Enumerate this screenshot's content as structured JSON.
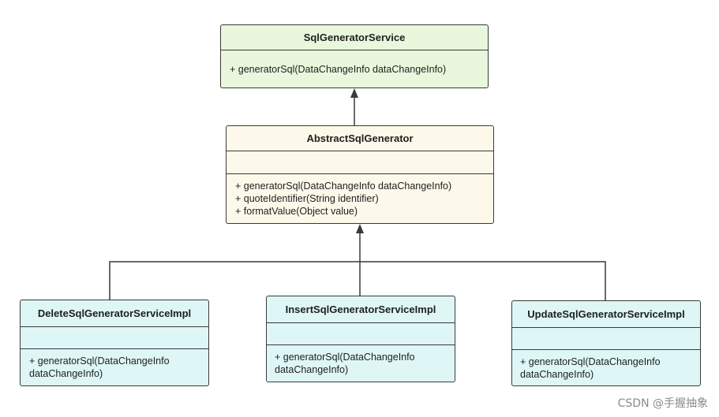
{
  "classes": {
    "service": {
      "name": "SqlGeneratorService",
      "methods": [
        "+ generatorSql(DataChangeInfo dataChangeInfo)"
      ]
    },
    "abstract": {
      "name": "AbstractSqlGenerator",
      "methods": [
        "+ generatorSql(DataChangeInfo dataChangeInfo)",
        "+ quoteIdentifier(String identifier)",
        "+ formatValue(Object value)"
      ]
    },
    "delete": {
      "name": "DeleteSqlGeneratorServiceImpl",
      "methods": [
        "+ generatorSql(DataChangeInfo dataChangeInfo)"
      ]
    },
    "insert": {
      "name": "InsertSqlGeneratorServiceImpl",
      "methods": [
        "+ generatorSql(DataChangeInfo dataChangeInfo)"
      ]
    },
    "update": {
      "name": "UpdateSqlGeneratorServiceImpl",
      "methods": [
        "+ generatorSql(DataChangeInfo dataChangeInfo)"
      ]
    }
  },
  "colors": {
    "interface_fill": "#e9f8dc",
    "abstract_fill": "#fcf9ea",
    "impl_fill": "#def6f6",
    "stroke": "#3a3a3a"
  },
  "watermark": "CSDN @手握抽象"
}
